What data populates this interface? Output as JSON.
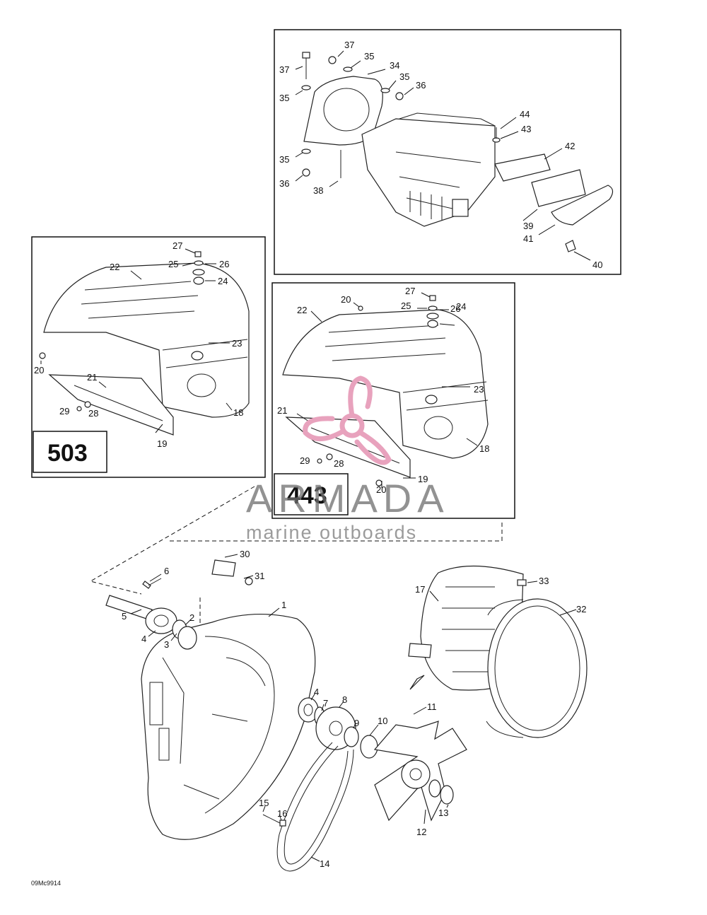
{
  "variants": {
    "left": "503",
    "right": "443"
  },
  "watermark": {
    "brand": "ARMADA",
    "tagline": "marine outboards",
    "logo_color": "#e8a2bd"
  },
  "figure_code": "09Mc9914",
  "callouts": {
    "top": [
      "37",
      "35",
      "34",
      "35",
      "36",
      "37",
      "35",
      "35",
      "36",
      "38",
      "44",
      "43",
      "42",
      "39",
      "41",
      "40"
    ],
    "left": [
      "27",
      "22",
      "25",
      "26",
      "24",
      "23",
      "20",
      "21",
      "29",
      "28",
      "18",
      "19"
    ],
    "right": [
      "20",
      "27",
      "25",
      "26",
      "24",
      "22",
      "23",
      "21",
      "18",
      "29",
      "28",
      "20",
      "19"
    ],
    "bottom": [
      "30",
      "6",
      "31",
      "5",
      "2",
      "1",
      "4",
      "3",
      "17",
      "33",
      "32",
      "4",
      "7",
      "8",
      "9",
      "10",
      "11",
      "15",
      "16",
      "13",
      "12",
      "14"
    ]
  }
}
